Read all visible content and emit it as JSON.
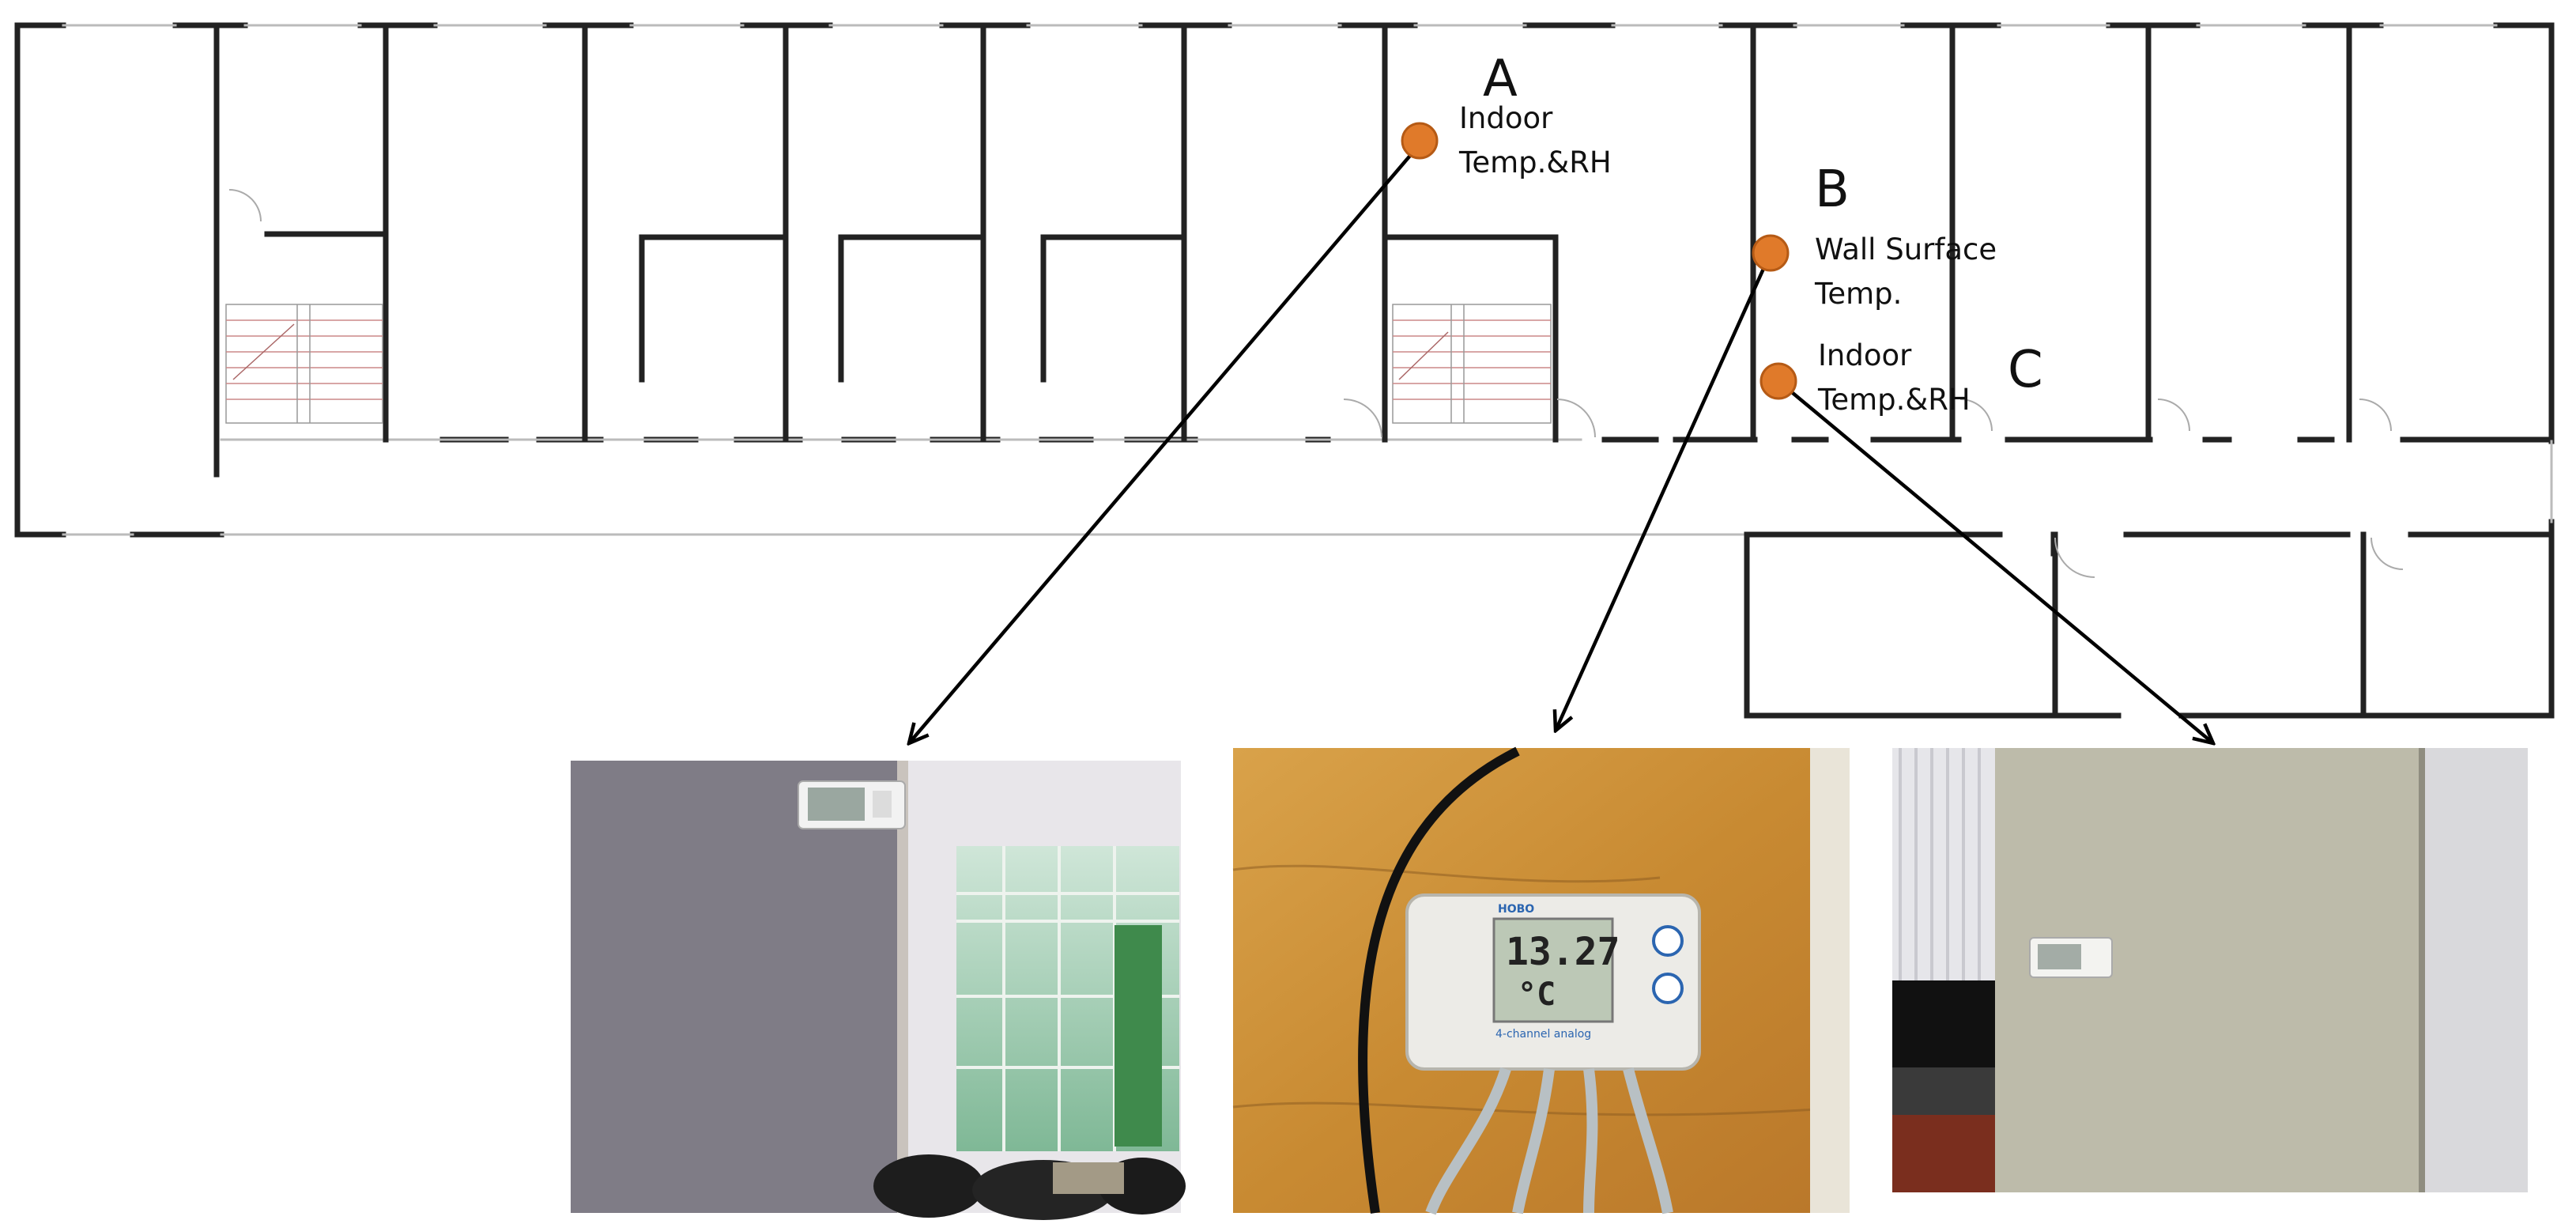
{
  "points": {
    "a": {
      "letter": "A",
      "line1": "Indoor",
      "line2": "Temp.&RH",
      "marker_color": "#e07a2a"
    },
    "b": {
      "letter": "B",
      "line1": "Wall Surface",
      "line2": "Temp.",
      "marker_color": "#e07a2a"
    },
    "c": {
      "letter": "C",
      "line1": "Indoor",
      "line2": "Temp.&RH",
      "marker_color": "#e07a2a"
    }
  },
  "photos": {
    "a": {
      "device_icon": "hygrometer-logger-icon"
    },
    "b": {
      "device_icon": "thermocouple-logger-icon",
      "display_value": "13.27",
      "display_unit": "°C",
      "brand_text": "HOBO",
      "label_text": "4-channel analog"
    },
    "c": {
      "device_icon": "hygrometer-logger-icon"
    }
  },
  "colors": {
    "wall": "#222222",
    "arrow": "#000000",
    "accent": "#e07a2a"
  }
}
